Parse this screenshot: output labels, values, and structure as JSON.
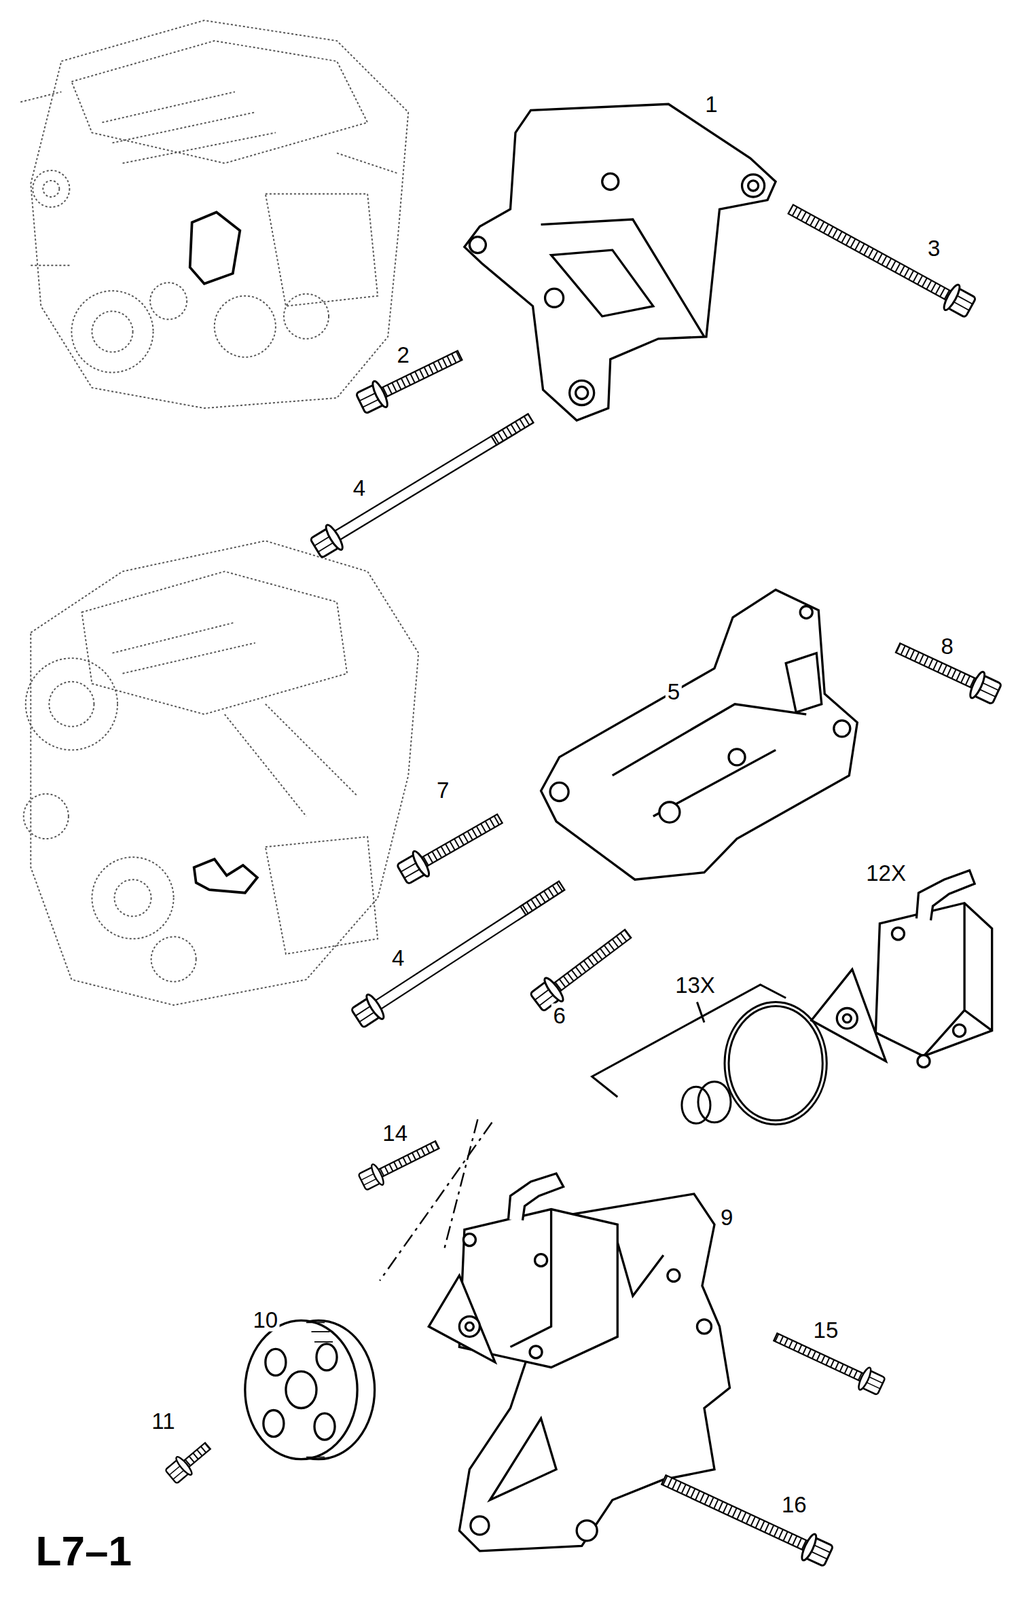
{
  "diagram": {
    "labels": [
      "1",
      "2",
      "3",
      "4",
      "5",
      "8",
      "7",
      "4",
      "6",
      "12X",
      "13X",
      "14",
      "9",
      "10",
      "11",
      "15",
      "16",
      "L7–1"
    ]
  }
}
